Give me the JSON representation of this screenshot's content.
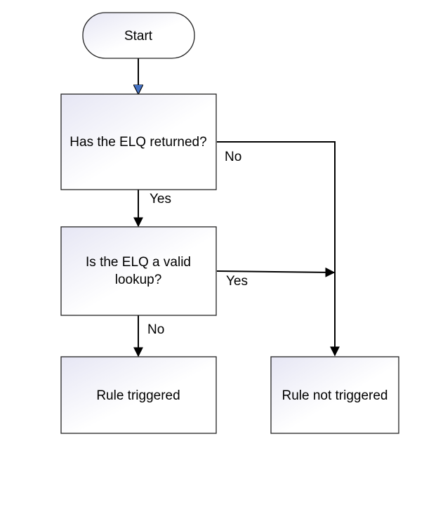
{
  "diagram": {
    "nodes": {
      "start": {
        "label": "Start"
      },
      "q1": {
        "label": "Has the ELQ returned?"
      },
      "q2": {
        "line1": "Is the ELQ a valid",
        "line2": "lookup?"
      },
      "triggered": {
        "label": "Rule triggered"
      },
      "not_triggered": {
        "label": "Rule not triggered"
      }
    },
    "edges": {
      "q1_no": "No",
      "q1_yes": "Yes",
      "q2_yes": "Yes",
      "q2_no": "No"
    }
  }
}
